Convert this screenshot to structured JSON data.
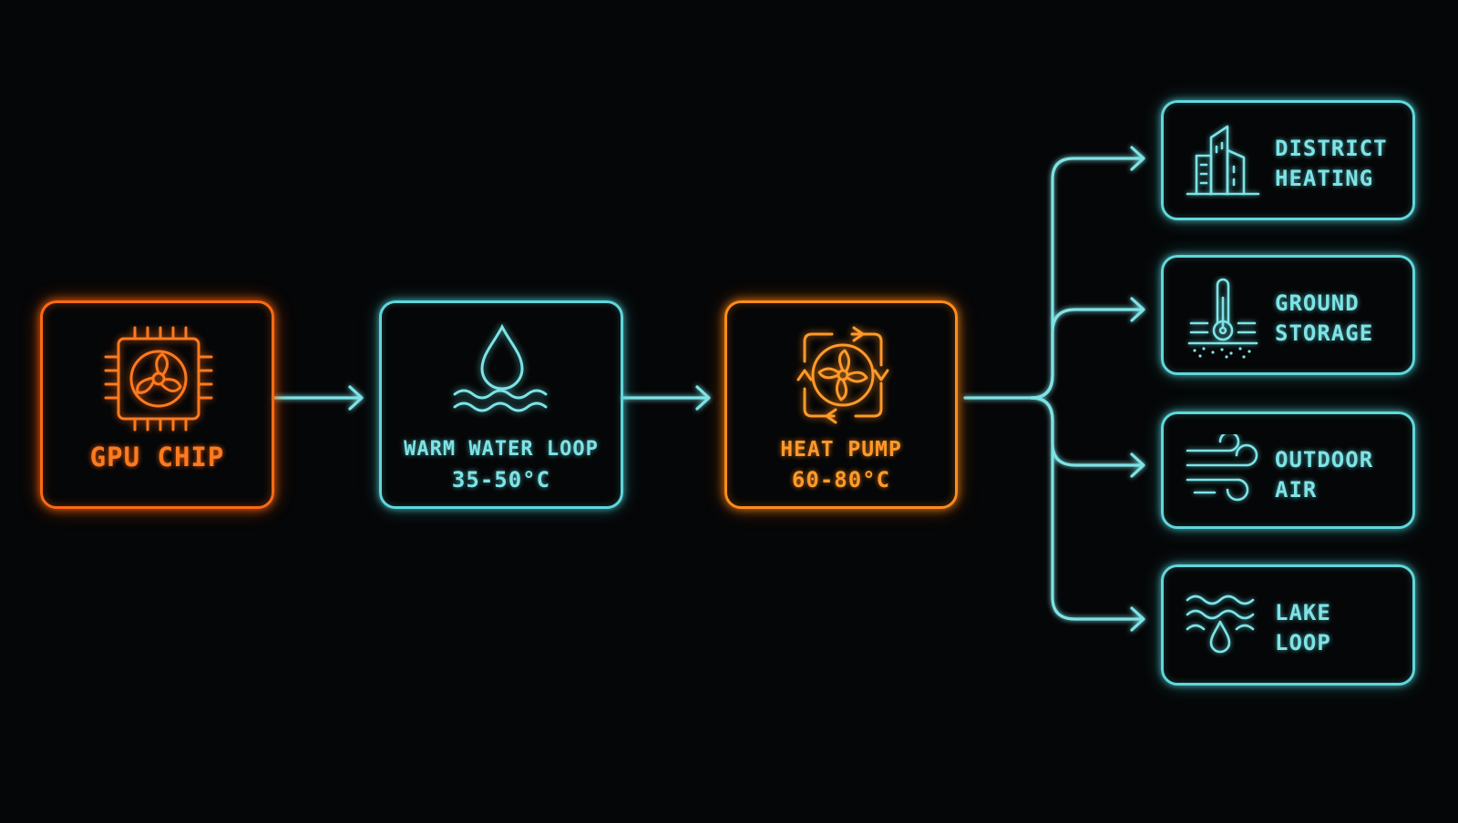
{
  "source": {
    "gpu_label": "GPU CHIP",
    "water_label": "WARM WATER LOOP",
    "water_temp": "35-50°C",
    "pump_label": "HEAT PUMP",
    "pump_temp": "60-80°C"
  },
  "destinations": [
    {
      "line1": "DISTRICT",
      "line2": "HEATING",
      "icon": "building-icon"
    },
    {
      "line1": "GROUND",
      "line2": "STORAGE",
      "icon": "thermometer-icon"
    },
    {
      "line1": "OUTDOOR",
      "line2": "AIR",
      "icon": "wind-icon"
    },
    {
      "line1": "LAKE",
      "line2": "LOOP",
      "icon": "lake-icon"
    }
  ],
  "colors": {
    "gpu": "#ff6a13",
    "pump": "#ff8c1a",
    "water": "#5fd8dc",
    "background": "#050607"
  }
}
